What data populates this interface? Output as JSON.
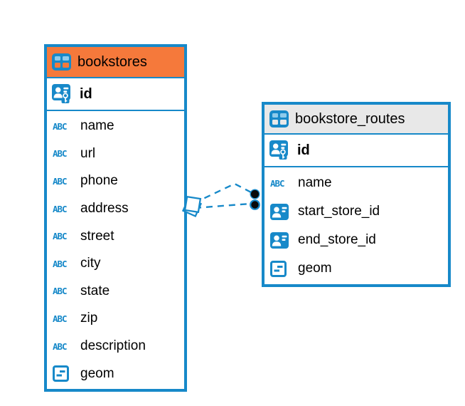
{
  "tables": [
    {
      "name": "bookstores",
      "header_color": "#f5793b",
      "keys": [
        {
          "name": "id",
          "type": "primary-key"
        }
      ],
      "columns": [
        {
          "name": "name",
          "type": "text"
        },
        {
          "name": "url",
          "type": "text"
        },
        {
          "name": "phone",
          "type": "text"
        },
        {
          "name": "address",
          "type": "text"
        },
        {
          "name": "street",
          "type": "text"
        },
        {
          "name": "city",
          "type": "text"
        },
        {
          "name": "state",
          "type": "text"
        },
        {
          "name": "zip",
          "type": "text"
        },
        {
          "name": "description",
          "type": "text"
        },
        {
          "name": "geom",
          "type": "geometry"
        }
      ]
    },
    {
      "name": "bookstore_routes",
      "header_color": "#e8e8e8",
      "keys": [
        {
          "name": "id",
          "type": "primary-key"
        }
      ],
      "columns": [
        {
          "name": "name",
          "type": "text"
        },
        {
          "name": "start_store_id",
          "type": "reference"
        },
        {
          "name": "end_store_id",
          "type": "reference"
        },
        {
          "name": "geom",
          "type": "geometry"
        }
      ]
    }
  ],
  "relationships": [
    {
      "from_table": "bookstore_routes",
      "to_table": "bookstores",
      "style": "dashed"
    },
    {
      "from_table": "bookstore_routes",
      "to_table": "bookstores",
      "style": "dashed"
    }
  ],
  "colors": {
    "accent_blue": "#1789c9",
    "orange_header": "#f5793b",
    "gray_header": "#e8e8e8",
    "marker_dot": "#0a0a0a",
    "light_blue_cell": "#8ecbeb"
  }
}
